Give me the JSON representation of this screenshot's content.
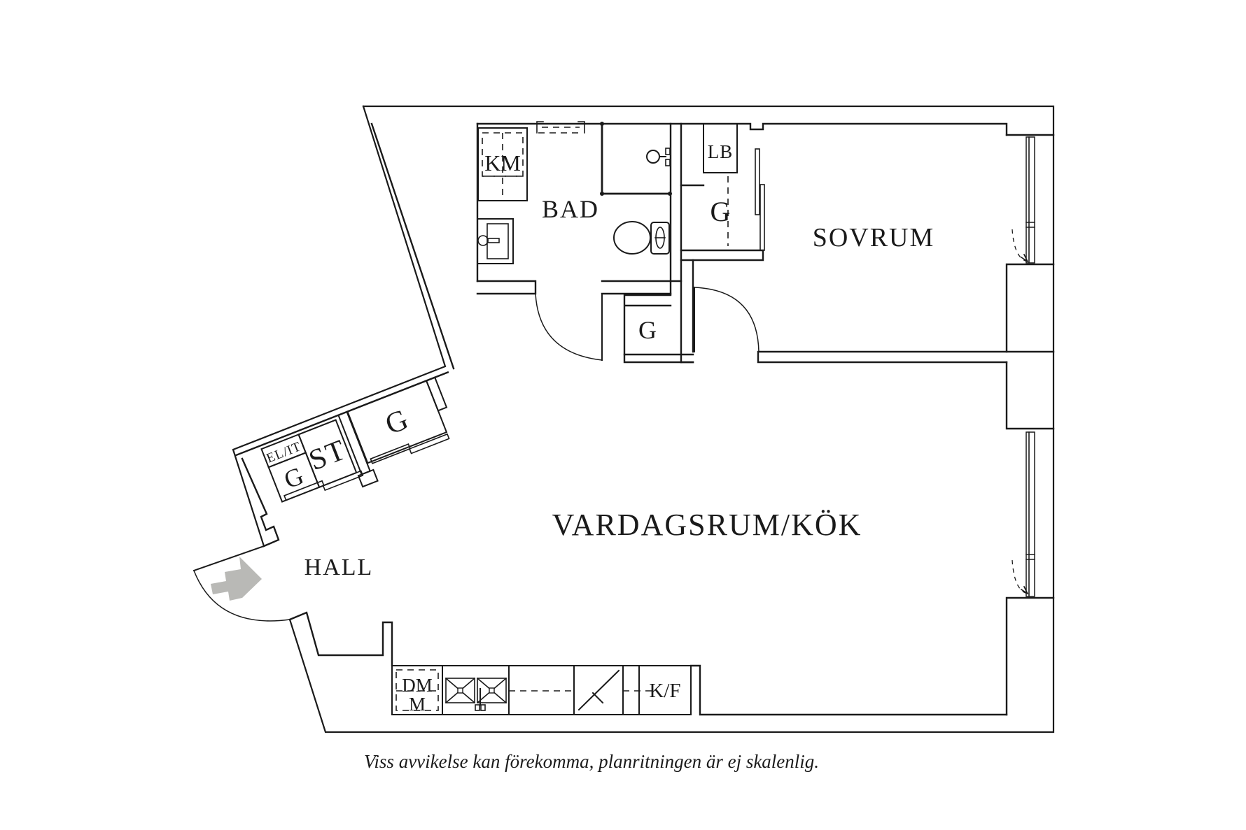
{
  "document": {
    "type": "apartment-floor-plan"
  },
  "labels": {
    "bedroom": "SOVRUM",
    "living_kitchen": "VARDAGSRUM/KÖK",
    "hall": "HALL",
    "bathroom": "BAD",
    "washing_machine": "KM",
    "linen_cabinet": "LB",
    "wardrobe": "G",
    "storage": "ST",
    "el_it": "EL/IT",
    "dishwasher": "DM",
    "microwave": "M",
    "fridge_freezer": "K/F"
  },
  "disclaimer": "Viss avvikelse kan förekomma, planritningen är ej skalenlig.",
  "colors": {
    "line": "#1a1a1a",
    "arrow": "#b9b9b6",
    "background": "#ffffff"
  }
}
